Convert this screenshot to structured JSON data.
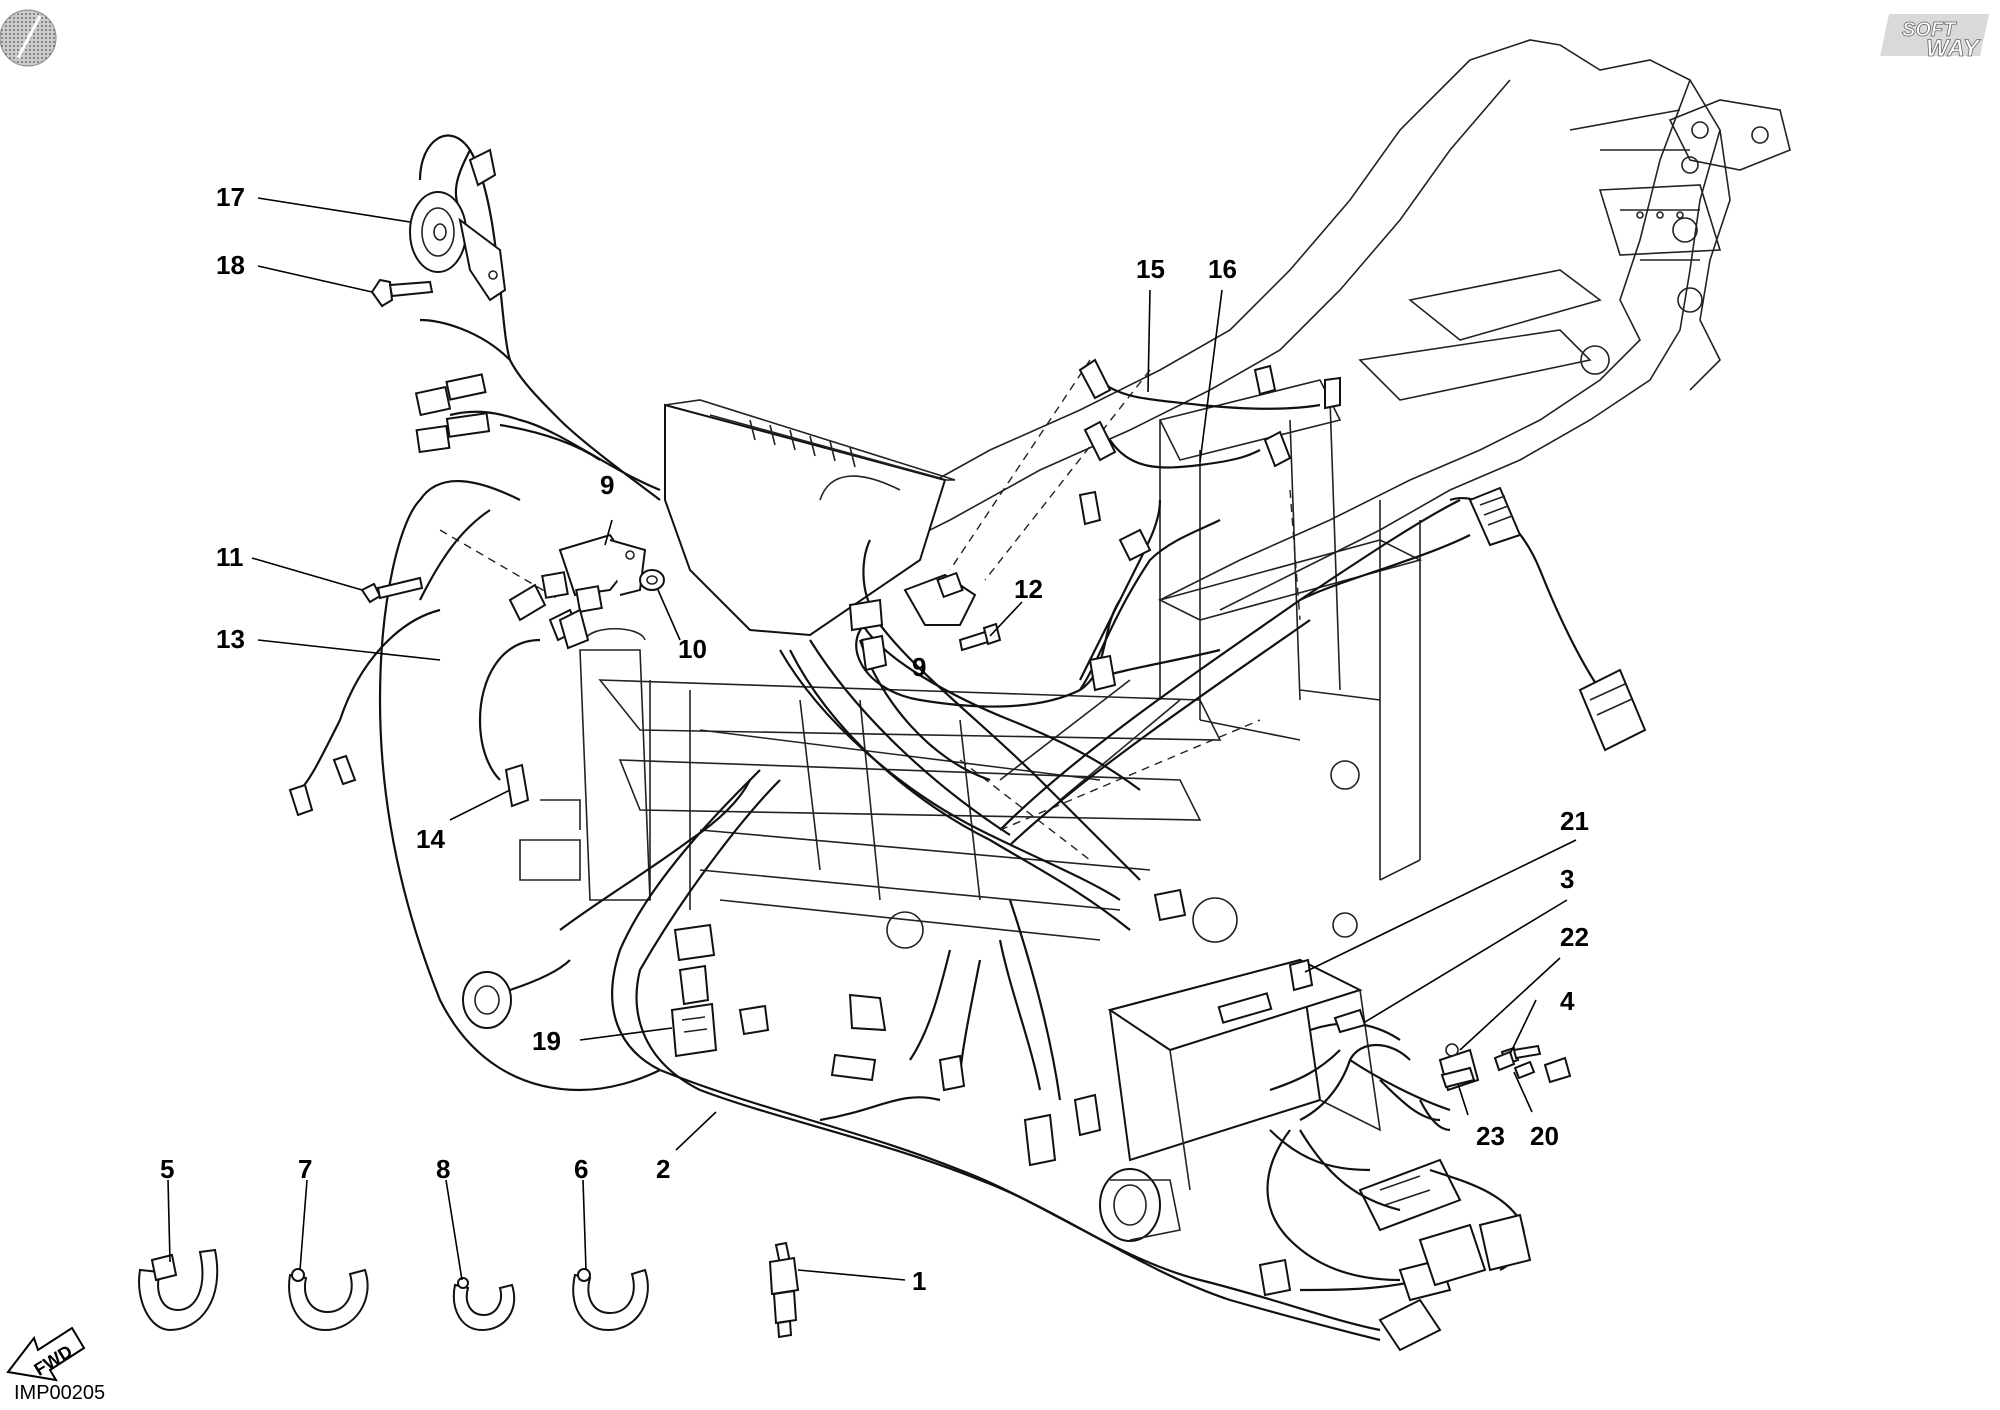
{
  "logo": {
    "line1": "SOFT",
    "line2": "WAY"
  },
  "fwd_label": "FWD",
  "reference_code": "IMP00205",
  "callouts": [
    {
      "id": "17",
      "label": "17"
    },
    {
      "id": "18",
      "label": "18"
    },
    {
      "id": "9a",
      "label": "9"
    },
    {
      "id": "11",
      "label": "11"
    },
    {
      "id": "10",
      "label": "10"
    },
    {
      "id": "13",
      "label": "13"
    },
    {
      "id": "14",
      "label": "14"
    },
    {
      "id": "15",
      "label": "15"
    },
    {
      "id": "16",
      "label": "16"
    },
    {
      "id": "12",
      "label": "12"
    },
    {
      "id": "9b",
      "label": "9"
    },
    {
      "id": "21",
      "label": "21"
    },
    {
      "id": "3",
      "label": "3"
    },
    {
      "id": "22",
      "label": "22"
    },
    {
      "id": "4",
      "label": "4"
    },
    {
      "id": "19",
      "label": "19"
    },
    {
      "id": "23",
      "label": "23"
    },
    {
      "id": "20",
      "label": "20"
    },
    {
      "id": "2",
      "label": "2"
    },
    {
      "id": "5",
      "label": "5"
    },
    {
      "id": "7",
      "label": "7"
    },
    {
      "id": "8",
      "label": "8"
    },
    {
      "id": "6",
      "label": "6"
    },
    {
      "id": "1",
      "label": "1"
    }
  ]
}
